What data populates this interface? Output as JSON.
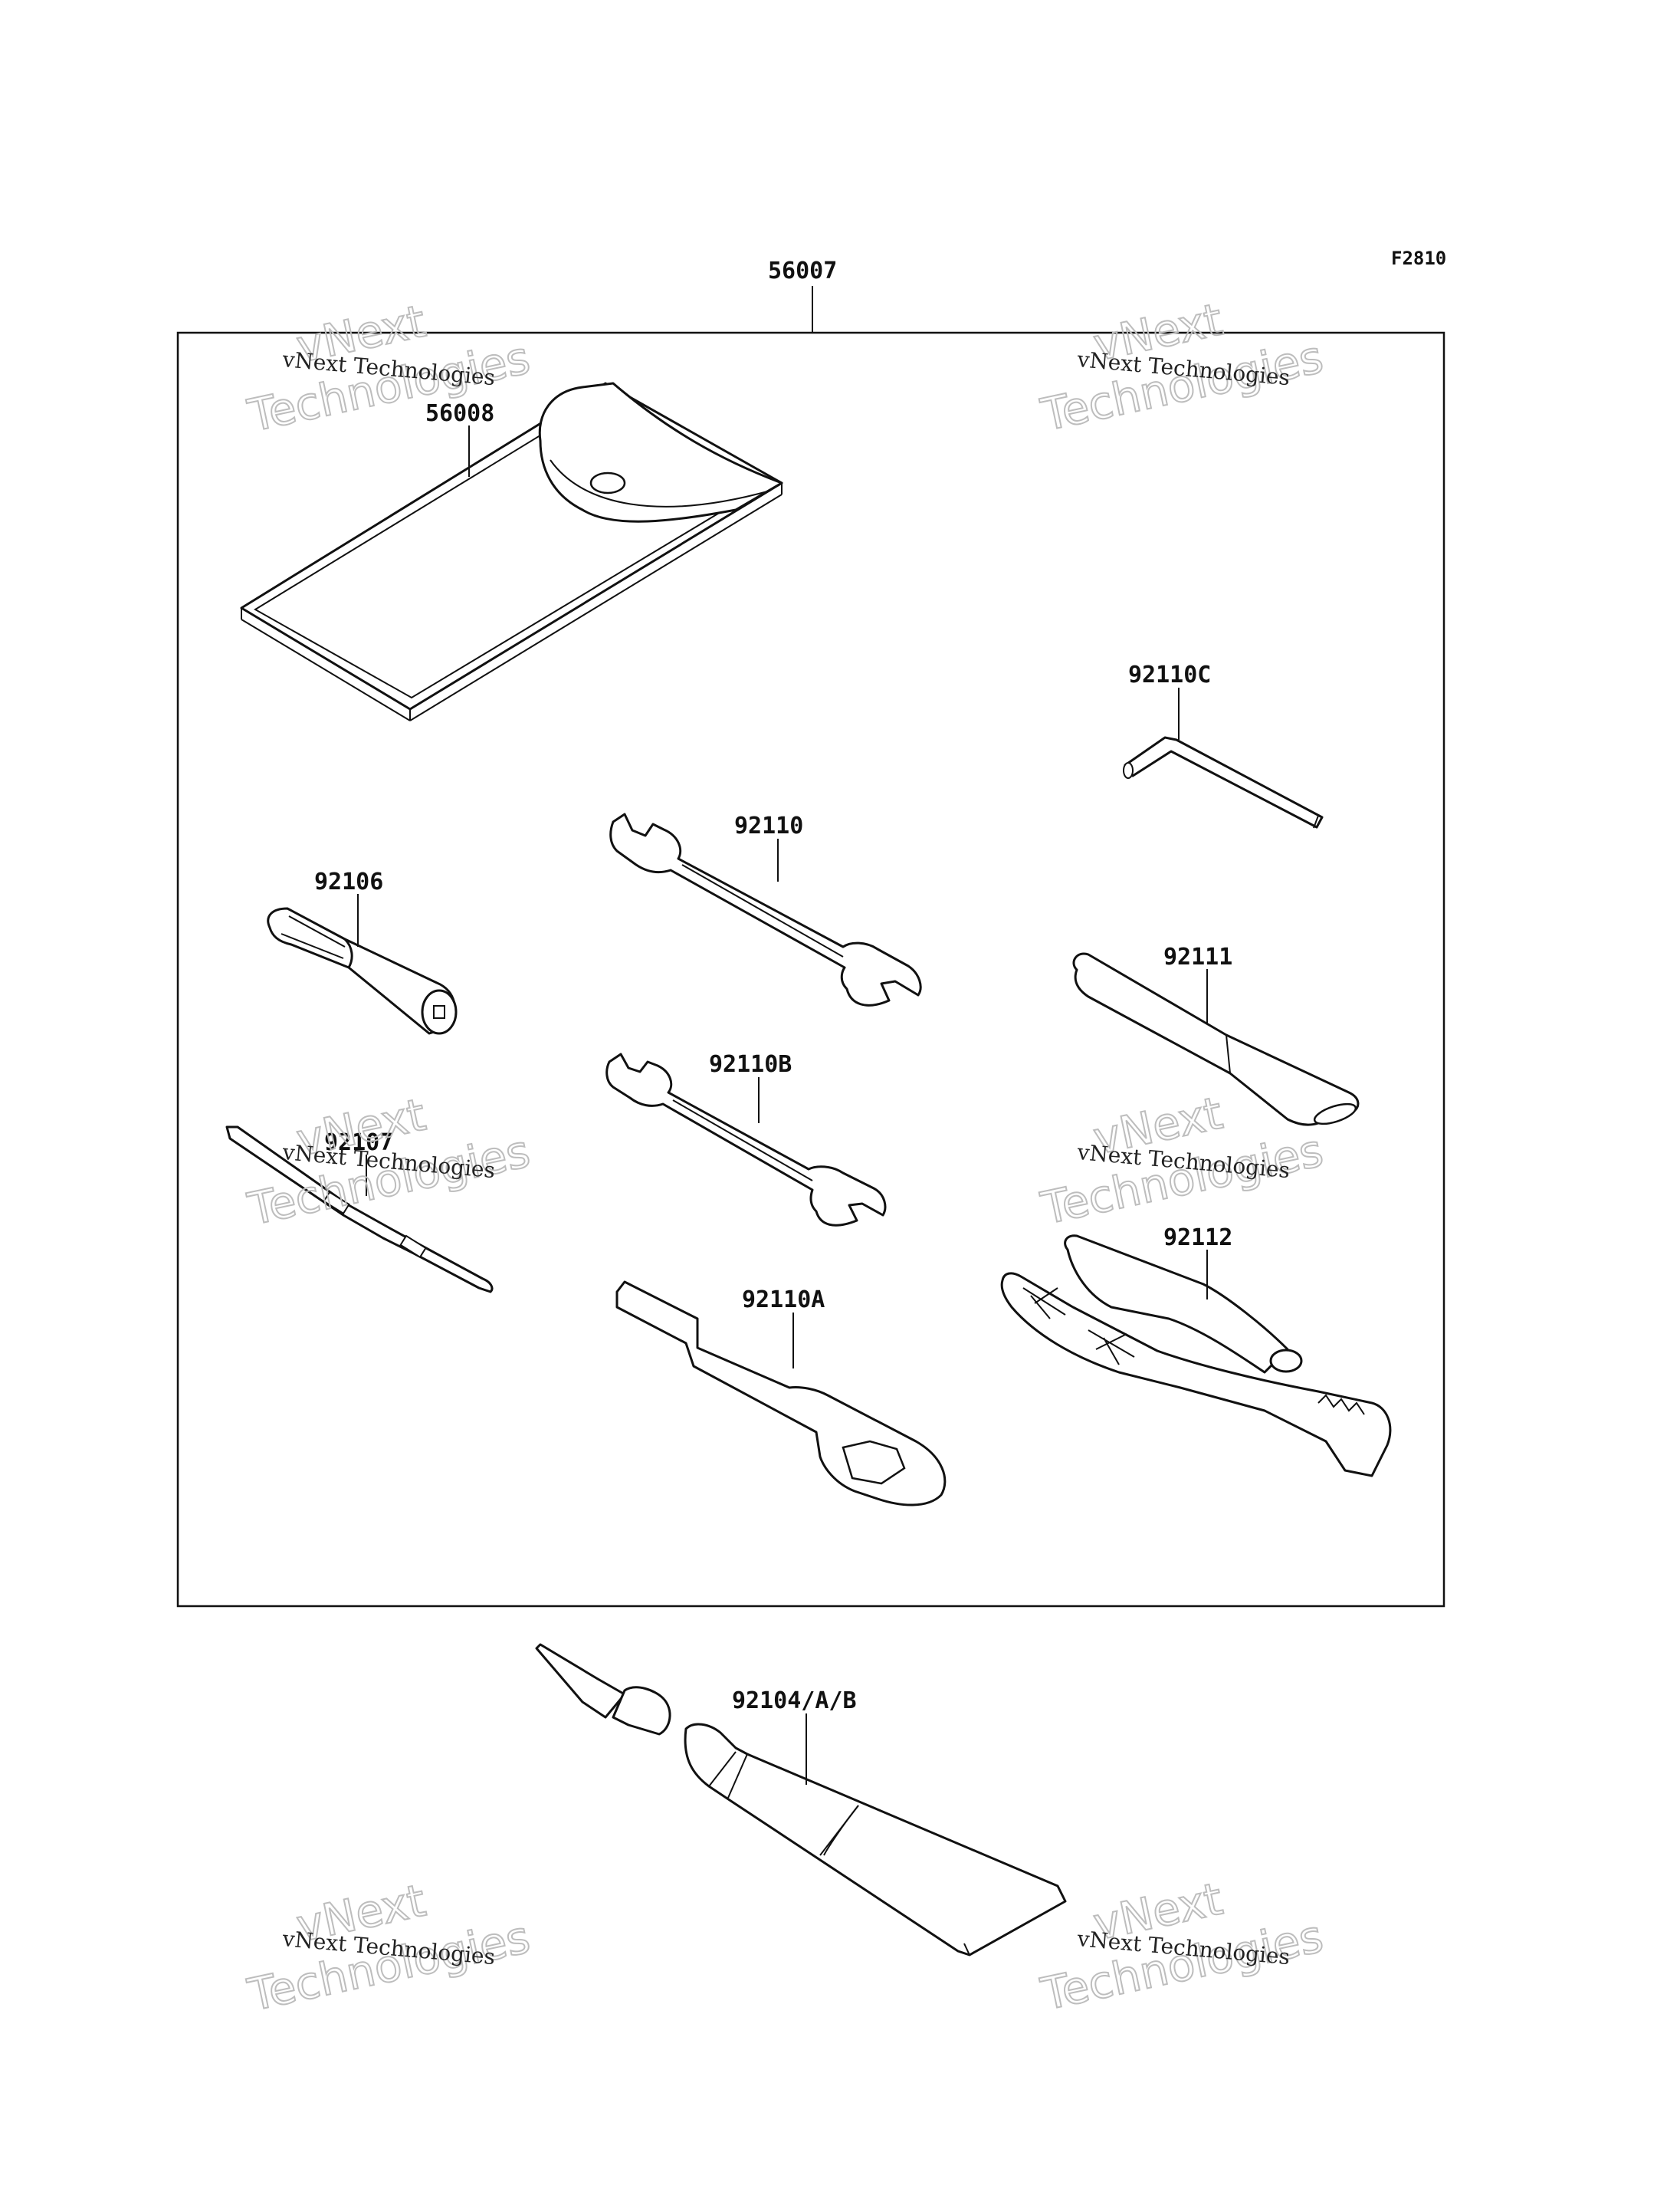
{
  "figure_ref": "F2810",
  "kit_label": "56007",
  "parts": {
    "case": "56008",
    "allen_key": "92110C",
    "wrench_a": "92110",
    "bit_driver": "92106",
    "pin_spanner": "92111",
    "wrench_b": "92110B",
    "screwdriver": "92107",
    "pliers": "92112",
    "ring_wrench": "92110A",
    "tube": "92104/A/B"
  },
  "watermark": {
    "line1": "vNext Technologies",
    "line2": "vNext",
    "line3": "Technologies"
  }
}
